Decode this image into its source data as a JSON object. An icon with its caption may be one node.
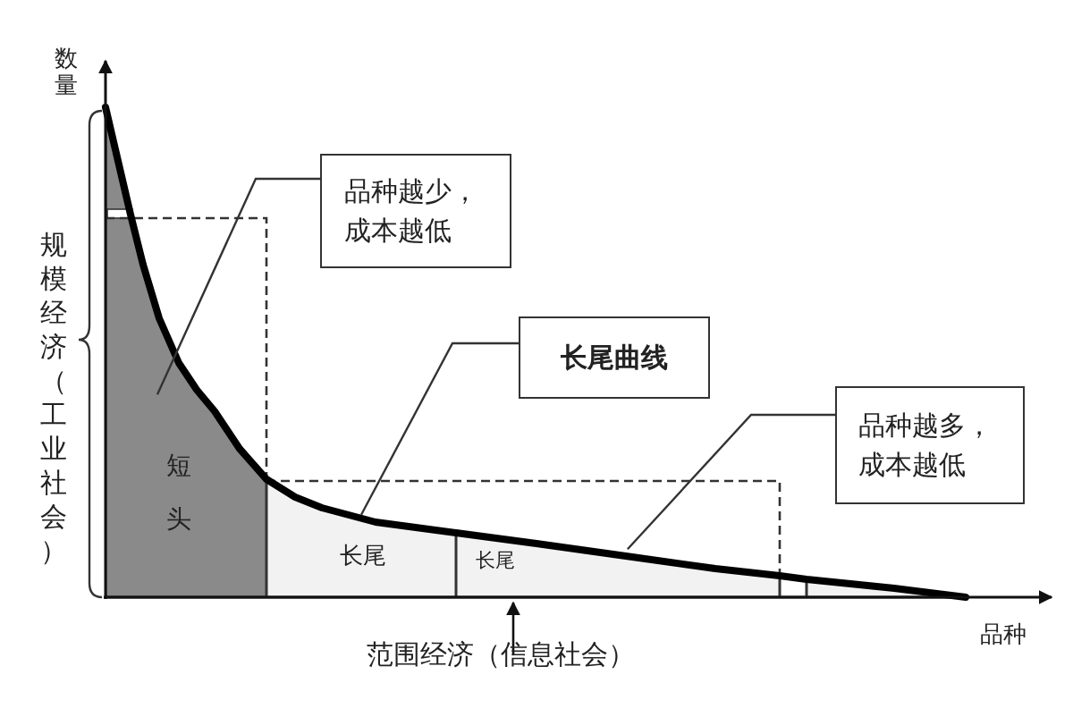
{
  "diagram": {
    "nodes": [
      {
        "text": [
          "品种越少，成本越低"
        ]
      },
      {
        "text": [
          "长尾曲线"
        ]
      },
      {
        "text": [
          "品种越多，成本越低"
        ]
      },
      {
        "text": [
          "短头"
        ]
      },
      {
        "text": [
          "长尾"
        ]
      },
      {
        "text": [
          "长尾"
        ]
      },
      {
        "text": [],
        "shape": "box"
      },
      {
        "text": [],
        "shape": "box"
      }
    ],
    "edges": [
      {
        "from": 0,
        "to": 3,
        "arrow": "none"
      },
      {
        "from": 1,
        "to": 4,
        "arrow": "none"
      },
      {
        "from": 2,
        "to": 5,
        "arrow": "none"
      }
    ],
    "labels": [
      "数量",
      "规模经济（工业社会）",
      "品种",
      "范围经济（信息社会）"
    ]
  }
}
